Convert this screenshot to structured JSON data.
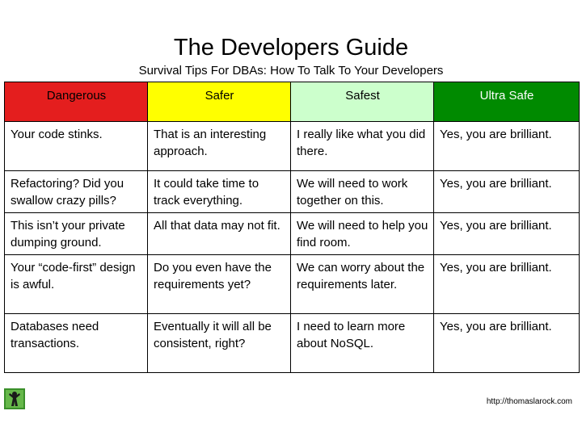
{
  "title": "The Developers Guide",
  "subtitle": "Survival Tips For DBAs: How To Talk To Your Developers",
  "table": {
    "headers": [
      {
        "label": "Dangerous",
        "bg": "#e41e1e",
        "color": "#000000"
      },
      {
        "label": "Safer",
        "bg": "#ffff00",
        "color": "#000000"
      },
      {
        "label": "Safest",
        "bg": "#ccffcc",
        "color": "#000000"
      },
      {
        "label": "Ultra Safe",
        "bg": "#008a00",
        "color": "#ffffff"
      }
    ],
    "rows": [
      [
        "Your code stinks.",
        "That is an interesting approach.",
        "I really like what you did there.",
        "Yes, you are brilliant."
      ],
      [
        "Refactoring? Did you swallow crazy pills?",
        "It could take time to track everything.",
        "We will need to work together on this.",
        "Yes, you are brilliant."
      ],
      [
        "This isn’t your private dumping ground.",
        "All that data may not fit.",
        "We will need to help you find room.",
        "Yes, you are brilliant."
      ],
      [
        "Your “code-first” design is awful.",
        "Do you even have the requirements yet?",
        "We can worry about the requirements later.",
        "Yes, you are brilliant."
      ],
      [
        "Databases need transactions.",
        "Eventually it will all be consistent, right?",
        "I need to learn more about NoSQL.",
        "Yes, you are brilliant."
      ]
    ]
  },
  "logo": {
    "icon": "dba-person-icon",
    "bg": "#3a8f2a"
  },
  "footer": {
    "url": "http://thomaslarock.com"
  }
}
